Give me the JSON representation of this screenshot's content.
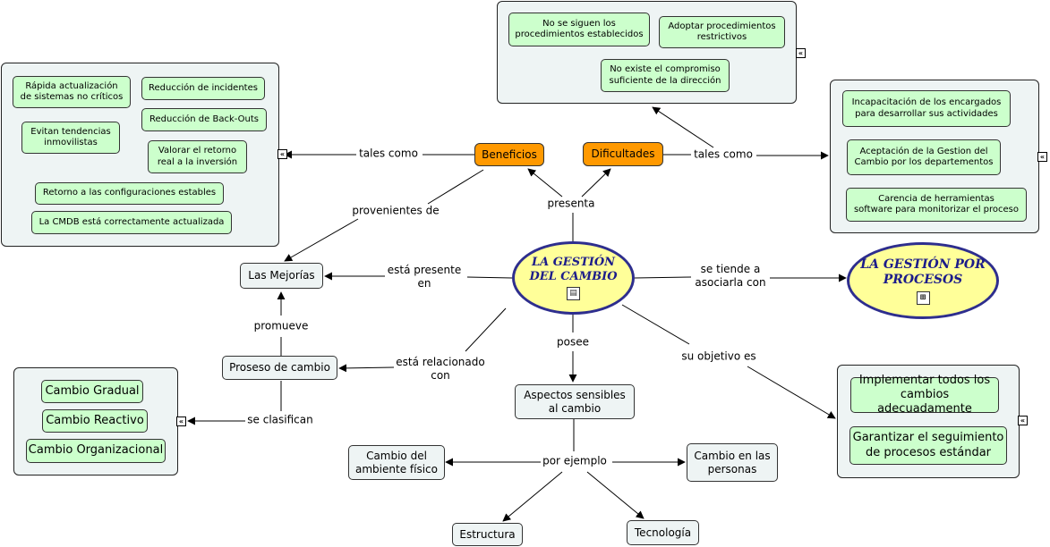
{
  "central": {
    "line1": "LA GESTIÓN",
    "line2": "DEL CAMBIO",
    "icon": "document-icon"
  },
  "procesos": {
    "line1": "LA GESTIÓN POR",
    "line2": "PROCESOS",
    "icon": "hierarchy-icon"
  },
  "nodes": {
    "beneficios": "Beneficios",
    "dificultades": "Dificultades",
    "mejorias": "Las Mejorías",
    "proseso": "Proseso de cambio",
    "aspectos": "Aspectos sensibles\nal cambio",
    "ambiente": "Cambio del\nambiente físico",
    "personas": "Cambio en las\npersonas",
    "estructura": "Estructura",
    "tecnologia": "Tecnología"
  },
  "beneficios_items": [
    "Rápida actualización\nde sistemas no críticos",
    "Reducción de incidentes",
    "Reducción de Back-Outs",
    "Evitan tendencias\ninmovilistas",
    "Valorar el retorno\nreal a la inversión",
    "Retorno a las configuraciones estables",
    "La CMDB está correctamente actualizada"
  ],
  "dificultades_items": [
    "No se siguen los\nprocedimientos establecidos",
    "Adoptar procedimientos\nrestrictivos",
    "No existe el compromiso\nsuficiente de la dirección",
    "Incapacitación de los encargados\npara desarrollar sus actividades",
    "Aceptación de la Gestion del\nCambio por los departementos",
    "Carencia de herramientas\nsoftware para monitorizar el proceso"
  ],
  "cambio_items": [
    "Cambio Gradual",
    "Cambio Reactivo",
    "Cambio Organizacional"
  ],
  "objetivo_items": [
    "Implementar todos los\ncambios adecuadamente",
    "Garantizar el seguimiento\nde procesos estándar"
  ],
  "labels": {
    "tales_como_left": "tales como",
    "tales_como_right": "tales como",
    "provenientes": "provenientes de",
    "presenta": "presenta",
    "presente": "está presente\nen",
    "tiende": "se tiende a\nasociarla con",
    "promueve": "promueve",
    "relacionado": "está relacionado\ncon",
    "posee": "posee",
    "objetivo": "su objetivo es",
    "clasifican": "se clasifican",
    "ejemplo": "por ejemplo"
  },
  "expander_glyph": "«",
  "colors": {
    "concept_fill": "#ffff99",
    "concept_border": "#2e2e8e",
    "orange": "#ff9900",
    "green": "#ccffcc",
    "group": "#eef4f4"
  }
}
